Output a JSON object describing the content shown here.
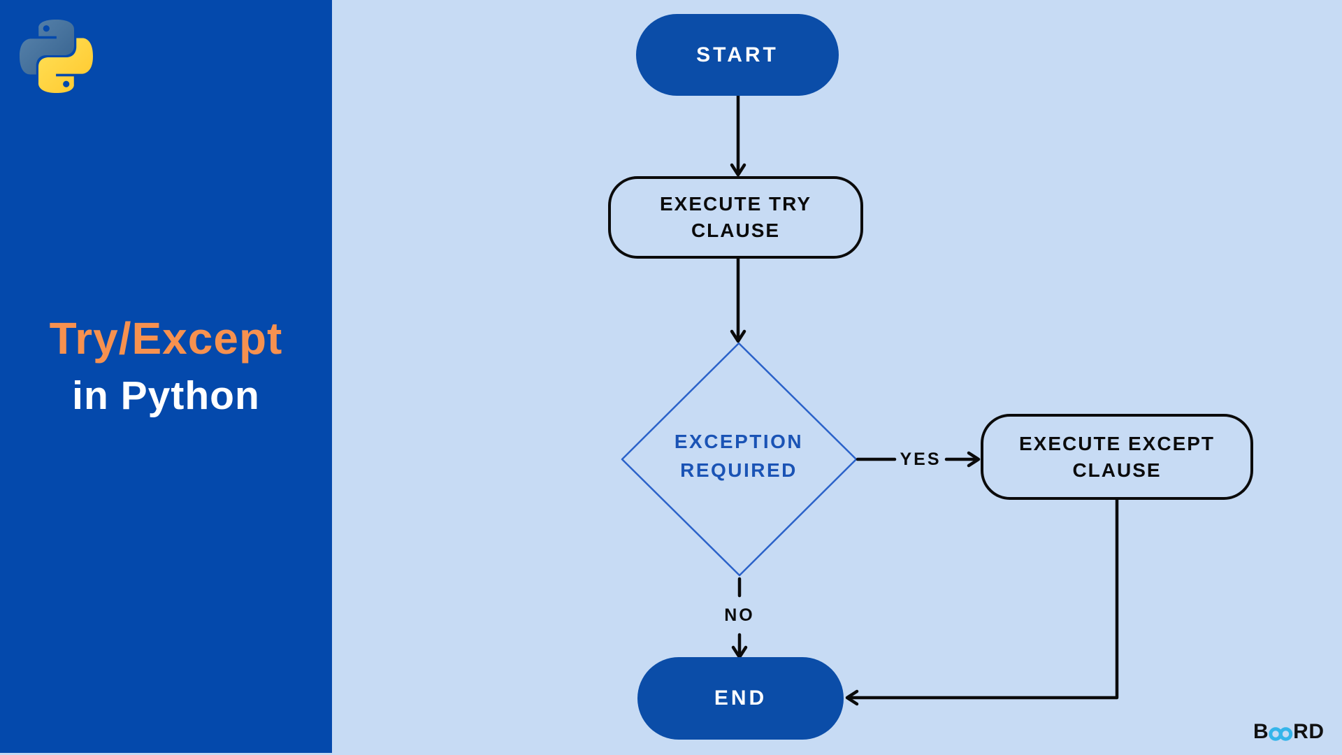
{
  "sidebar": {
    "title_accent": "Try/Except",
    "title_rest": "in Python",
    "logo_icon": "python-logo-icon"
  },
  "flowchart": {
    "start_label": "START",
    "try_label": "EXECUTE TRY CLAUSE",
    "decision_label": "EXCEPTION REQUIRED",
    "except_label": "EXECUTE EXCEPT CLAUSE",
    "end_label": "END",
    "yes_label": "YES",
    "no_label": "NO"
  },
  "branding": {
    "logo_b": "B",
    "logo_rd": "RD",
    "infinity_icon": "infinity-icon"
  },
  "colors": {
    "sidebar_blue": "#0449AC",
    "canvas_light_blue": "#C7DBF4",
    "node_pill_blue": "#0B4DA8",
    "title_orange": "#F7914F",
    "title_white": "#FFFFFF",
    "outline_black": "#0B0B0B",
    "diamond_stroke_blue": "#2B62C9",
    "diamond_text_blue": "#1A53B5",
    "board_logo_blue": "#35B5EA",
    "python_logo_blue": "#4B79A8",
    "python_logo_yellow": "#FFD43B"
  }
}
